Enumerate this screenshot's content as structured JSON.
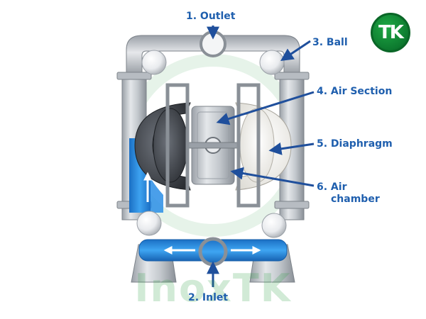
{
  "labels": {
    "outlet": "1. Outlet",
    "ball": "3. Ball",
    "air_section": "4. Air Section",
    "diaphragm": "5. Diaphragm",
    "air_chamber_line1": "6. Air",
    "air_chamber_line2": "chamber",
    "inlet": "2. Inlet"
  },
  "logo": {
    "text": "TK"
  },
  "watermark": {
    "text": "InoxTK"
  },
  "colors": {
    "label": "#1f5fae",
    "arrow": "#1f4f9c",
    "fluid": "#2a8ee6",
    "steel": "#c9cdd2",
    "steel_dark": "#8e949b",
    "logo_green": "#0d7a2f",
    "diaphragm_dark": "#3a3e44",
    "diaphragm_light": "#ecebe6"
  }
}
